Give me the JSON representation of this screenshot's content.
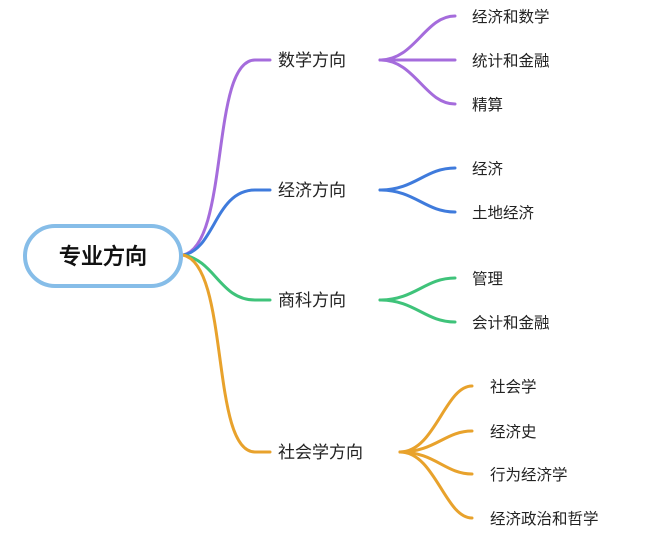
{
  "root": {
    "label": "专业方向",
    "border_color": "#86bde8"
  },
  "branches": [
    {
      "label": "数学方向",
      "color": "#a56cdc",
      "children": [
        "经济和数学",
        "统计和金融",
        "精算"
      ]
    },
    {
      "label": "经济方向",
      "color": "#3f7bdc",
      "children": [
        "经济",
        "土地经济"
      ]
    },
    {
      "label": "商科方向",
      "color": "#3fc37a",
      "children": [
        "管理",
        "会计和金融"
      ]
    },
    {
      "label": "社会学方向",
      "color": "#e8a22c",
      "children": [
        "社会学",
        "经济史",
        "行为经济学",
        "经济政治和哲学"
      ]
    }
  ]
}
